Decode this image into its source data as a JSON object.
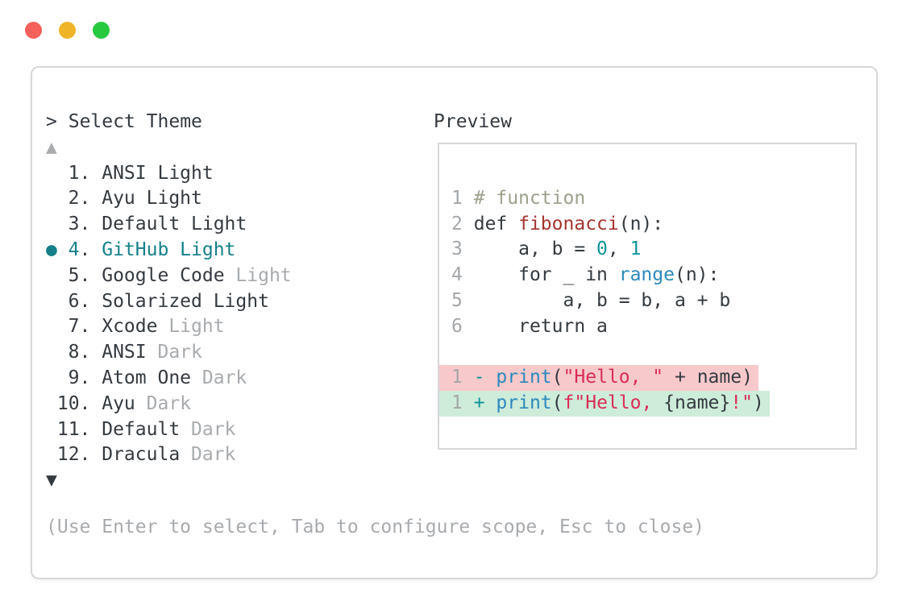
{
  "window_controls": {
    "lights": [
      {
        "name": "close",
        "color": "#f4605a"
      },
      {
        "name": "minimize",
        "color": "#f0b429"
      },
      {
        "name": "zoom",
        "color": "#27c93f"
      }
    ]
  },
  "prompt": {
    "marker": ">",
    "label": "Select Theme"
  },
  "list": {
    "up_arrow": "▲",
    "down_arrow": "▼",
    "selected_marker": "●",
    "items": [
      {
        "num": "1",
        "name": "ANSI Light",
        "variant": "",
        "selected": false
      },
      {
        "num": "2",
        "name": "Ayu Light",
        "variant": "",
        "selected": false
      },
      {
        "num": "3",
        "name": "Default Light",
        "variant": "",
        "selected": false
      },
      {
        "num": "4",
        "name": "GitHub Light",
        "variant": "",
        "selected": true
      },
      {
        "num": "5",
        "name": "Google Code",
        "variant": "Light",
        "selected": false
      },
      {
        "num": "6",
        "name": "Solarized Light",
        "variant": "",
        "selected": false
      },
      {
        "num": "7",
        "name": "Xcode",
        "variant": "Light",
        "selected": false
      },
      {
        "num": "8",
        "name": "ANSI",
        "variant": "Dark",
        "selected": false
      },
      {
        "num": "9",
        "name": "Atom One",
        "variant": "Dark",
        "selected": false
      },
      {
        "num": "10",
        "name": "Ayu",
        "variant": "Dark",
        "selected": false
      },
      {
        "num": "11",
        "name": "Default",
        "variant": "Dark",
        "selected": false
      },
      {
        "num": "12",
        "name": "Dracula",
        "variant": "Dark",
        "selected": false
      }
    ]
  },
  "preview": {
    "label": "Preview",
    "code_lines": [
      {
        "ln": "1",
        "tokens": [
          [
            "comment",
            "# function"
          ]
        ]
      },
      {
        "ln": "2",
        "tokens": [
          [
            "text",
            "def "
          ],
          [
            "func",
            "fibonacci"
          ],
          [
            "text",
            "(n):"
          ]
        ]
      },
      {
        "ln": "3",
        "tokens": [
          [
            "text",
            "    a, b = "
          ],
          [
            "num",
            "0"
          ],
          [
            "text",
            ", "
          ],
          [
            "num",
            "1"
          ]
        ]
      },
      {
        "ln": "4",
        "tokens": [
          [
            "text",
            "    for _ in "
          ],
          [
            "builtin",
            "range"
          ],
          [
            "text",
            "(n):"
          ]
        ]
      },
      {
        "ln": "5",
        "tokens": [
          [
            "text",
            "        a, b = b, a + b"
          ]
        ]
      },
      {
        "ln": "6",
        "tokens": [
          [
            "text",
            "    return a"
          ]
        ]
      },
      {
        "ln": "",
        "blank": true,
        "tokens": []
      },
      {
        "ln": "1",
        "diff": "removed",
        "tokens": [
          [
            "sign",
            "- "
          ],
          [
            "builtin",
            "print"
          ],
          [
            "text",
            "("
          ],
          [
            "str",
            "\"Hello, \""
          ],
          [
            "text",
            " + name)"
          ]
        ]
      },
      {
        "ln": "1",
        "diff": "added",
        "tokens": [
          [
            "sign",
            "+ "
          ],
          [
            "builtin",
            "print"
          ],
          [
            "text",
            "("
          ],
          [
            "str",
            "f\"Hello, "
          ],
          [
            "text",
            "{name}"
          ],
          [
            "str",
            "!\""
          ],
          [
            "text",
            ")"
          ]
        ]
      }
    ]
  },
  "hint": "(Use Enter to select, Tab to configure scope, Esc to close)",
  "colors": {
    "accent": "#15808a",
    "text": "#343a40",
    "muted": "#a8abae",
    "line_number": "#a4a7aa",
    "comment": "#9ba18d",
    "function": "#a4342e",
    "builtin": "#2b89bd",
    "number": "#0d9499",
    "string": "#d92d55",
    "sign": "#0d9499",
    "removed_bg": "#f8c9cb",
    "added_bg": "#ceecda",
    "border": "#d7d7d9"
  }
}
